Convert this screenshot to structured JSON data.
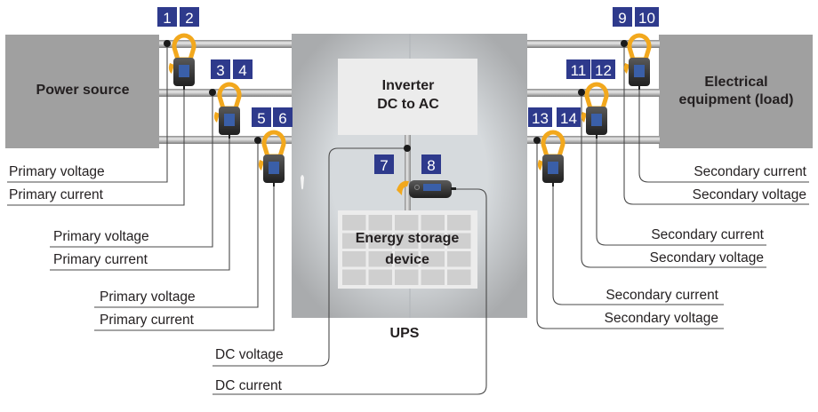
{
  "diagram": {
    "title": "UPS power measurement connection diagram",
    "power_source": {
      "label": "Power source"
    },
    "load": {
      "label_line1": "Electrical",
      "label_line2": "equipment (load)"
    },
    "ups": {
      "label": "UPS",
      "inverter": {
        "label_line1": "Inverter",
        "label_line2": "DC to AC"
      },
      "storage": {
        "label_line1": "Energy storage",
        "label_line2": "device"
      }
    },
    "badges": [
      "1",
      "2",
      "3",
      "4",
      "5",
      "6",
      "7",
      "8",
      "9",
      "10",
      "11",
      "12",
      "13",
      "14"
    ],
    "left_labels": [
      {
        "text": "Primary voltage",
        "channel": "1"
      },
      {
        "text": "Primary current",
        "channel": "2"
      },
      {
        "text": "Primary voltage",
        "channel": "3"
      },
      {
        "text": "Primary current",
        "channel": "4"
      },
      {
        "text": "Primary voltage",
        "channel": "5"
      },
      {
        "text": "Primary current",
        "channel": "6"
      }
    ],
    "dc_labels": [
      {
        "text": "DC voltage",
        "channel": "7"
      },
      {
        "text": "DC current",
        "channel": "8"
      }
    ],
    "right_labels": [
      {
        "text": "Secondary current",
        "channel": "10"
      },
      {
        "text": "Secondary voltage",
        "channel": "9"
      },
      {
        "text": "Secondary current",
        "channel": "12"
      },
      {
        "text": "Secondary voltage",
        "channel": "11"
      },
      {
        "text": "Secondary current",
        "channel": "14"
      },
      {
        "text": "Secondary voltage",
        "channel": "13"
      }
    ],
    "colors": {
      "badge": "#2e3a8c",
      "clamp_jaw": "#f2a81d",
      "clamp_body": "#2a2a2a",
      "box_gray": "#a0a0a0",
      "ups_panel": "#c9ced2",
      "inner_panel": "#ececec"
    }
  }
}
